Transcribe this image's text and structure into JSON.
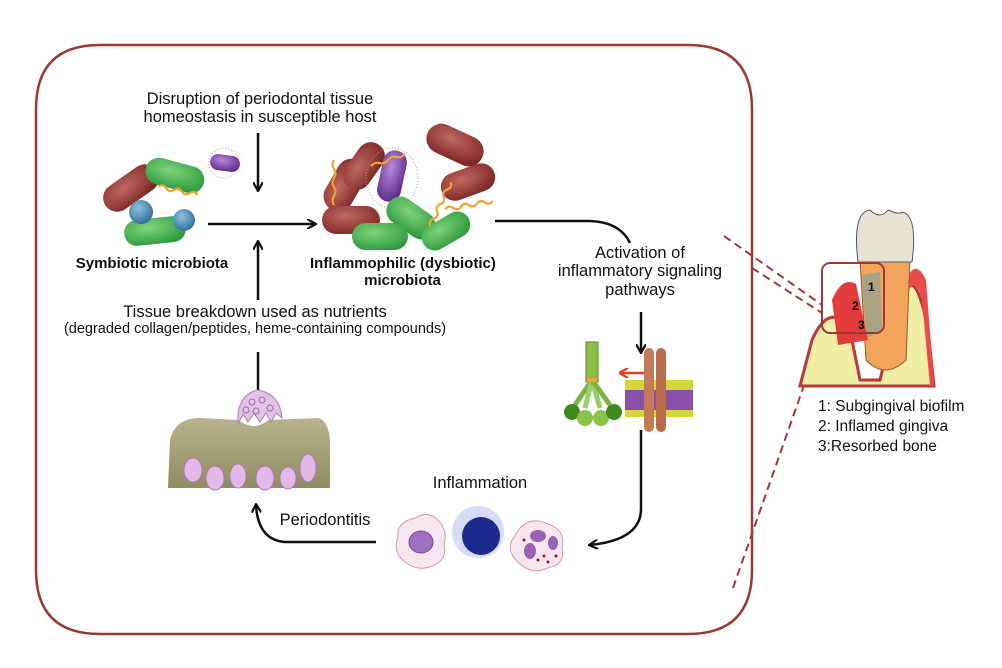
{
  "colors": {
    "frame": "#9b3a35",
    "arrow": "#111111",
    "double_arrow": "#e53b22",
    "bacteria_red": "#8b2e2c",
    "bacteria_green": "#3aa548",
    "bacteria_blue": "#3d7ea6",
    "bacteria_purple": "#7a3fa8",
    "spirochete": "#f0a331",
    "bone": "#a9a67e",
    "osteoclast": "#d9b3de",
    "lymphocyte": "#1b2a8c"
  },
  "labels": {
    "disruption": [
      "Disruption of periodontal tissue",
      "homeostasis in susceptible host"
    ],
    "symbiotic": "Symbiotic microbiota",
    "dysbiotic": [
      "Inflammophilic (dysbiotic)",
      "microbiota"
    ],
    "activation": [
      "Activation of",
      "inflammatory signaling",
      "pathways"
    ],
    "nutrients": [
      "Tissue breakdown used as nutrients",
      "(degraded collagen/peptides, heme-containing compounds)"
    ],
    "inflammation": "Inflammation",
    "periodontitis": "Periodontitis"
  },
  "tooth_markers": [
    "1",
    "2",
    "3"
  ],
  "legend": [
    "1: Subgingival biofilm",
    "2: Inflamed gingiva",
    "3:Resorbed bone"
  ]
}
